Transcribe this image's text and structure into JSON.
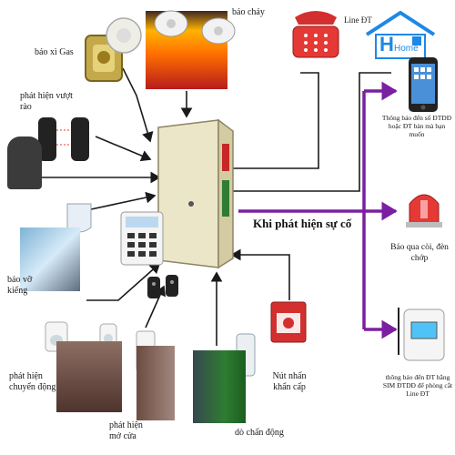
{
  "brand": {
    "logo_text": "Home"
  },
  "center": {
    "detect_label": "Khi phát hiện sự cố"
  },
  "devices": {
    "gas": "báo xì Gas",
    "fire": "báo cháy",
    "fence": "phát hiện vượt rào",
    "glass": "báo vỡ kiếng",
    "motion": "phát hiện chuyển động",
    "door": "phát hiện mở cửa",
    "vibration": "dò chấn động",
    "panic": "Nút nhấn khẩn cấp",
    "line": "Line ĐT"
  },
  "outputs": {
    "sms": "Thông báo đến số ĐTDĐ hoặc ĐT bàn mà bạn muốn",
    "siren": "Báo qua còi, đèn chớp",
    "gsm": "thông báo đến ĐT bằng SIM ĐTDĐ để phòng cắt Line ĐT"
  },
  "colors": {
    "accent": "#7b1fa2",
    "wire": "#1a1a1a",
    "panel": "#ece6c8"
  },
  "icons": [
    "phone-icon",
    "smartphone-icon",
    "siren-icon",
    "gsm-dialer-icon",
    "smoke-detector-icon",
    "gas-detector-icon",
    "beam-sensor-icon",
    "glass-break-icon",
    "pir-sensor-icon",
    "door-contact-icon",
    "vibration-sensor-icon",
    "panic-button-icon",
    "alarm-panel-icon",
    "keypad-icon",
    "remote-icon"
  ]
}
